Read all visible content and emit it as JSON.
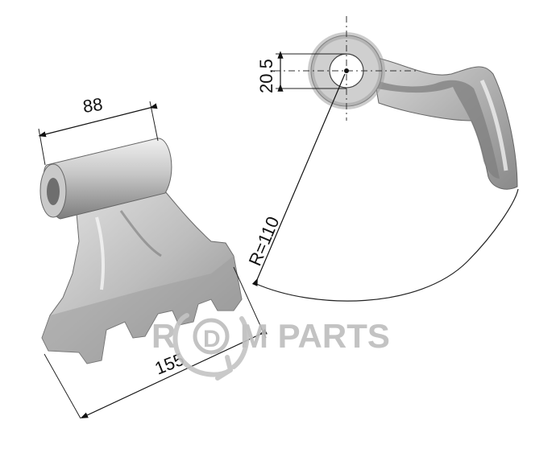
{
  "dimensions": {
    "top_width": "88",
    "bottom_width": "155",
    "hole_diameter": "20,5",
    "radius": "R=110"
  },
  "watermark": {
    "letter_r": "R",
    "letter_d": "D",
    "text": "M PARTS"
  },
  "colors": {
    "blade_light": "#d6d6d6",
    "blade_mid": "#a9a9a9",
    "blade_dark": "#6f6f6f",
    "watermark": "#bdbdbd"
  }
}
